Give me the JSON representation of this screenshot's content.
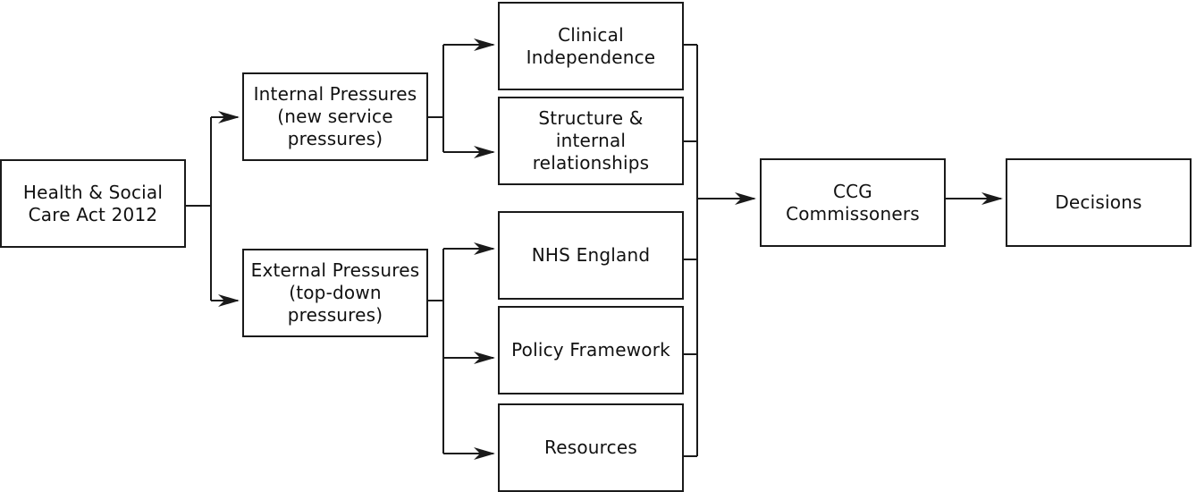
{
  "boxes": {
    "act": {
      "lines": [
        "Health & Social",
        "Care Act 2012"
      ]
    },
    "internal": {
      "lines": [
        "Internal Pressures",
        "(new service",
        "pressures)"
      ]
    },
    "external": {
      "lines": [
        "External Pressures",
        "(top-down",
        "pressures)"
      ]
    },
    "clinical": {
      "lines": [
        "Clinical",
        "Independence"
      ]
    },
    "structure": {
      "lines": [
        "Structure &",
        "internal",
        "relationships"
      ]
    },
    "nhs": {
      "lines": [
        "NHS England"
      ]
    },
    "policy": {
      "lines": [
        "Policy Framework"
      ]
    },
    "resources": {
      "lines": [
        "Resources"
      ]
    },
    "ccg": {
      "lines": [
        "CCG",
        "Commissoners"
      ]
    },
    "decisions": {
      "lines": [
        "Decisions"
      ]
    }
  },
  "colors": {
    "stroke": "#1a1a1a",
    "background": "#ffffff"
  }
}
